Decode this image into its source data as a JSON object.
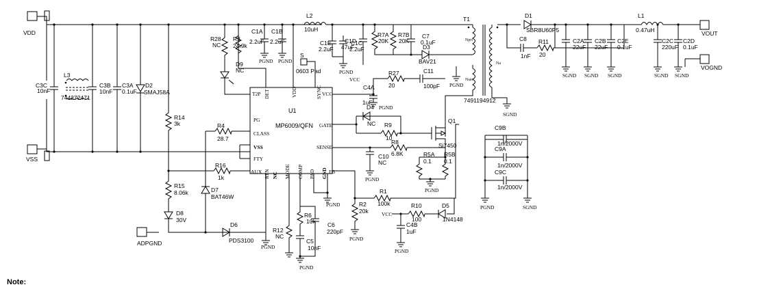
{
  "ports": {
    "vdd": "VDD",
    "vss": "VSS",
    "adpgnd": "ADPGND",
    "vout": "VOUT",
    "vognd": "VOGND",
    "pad": "0603 Pad",
    "pad_pin": "S"
  },
  "ic": {
    "ref": "U1",
    "part": "MP6009/QFN",
    "pins": {
      "t2p": "T2P",
      "det": "DET",
      "vdd": "VDD",
      "sync": "SYNC",
      "vcc": "VCC",
      "pg": "PG",
      "class": "CLASS",
      "vss": "VSS",
      "fty": "FTY",
      "gate": "GATE",
      "sense": "SENSE",
      "aux": "AUX",
      "rtn": "RTN",
      "nc": "NC",
      "mode": "MODE",
      "comp": "COMP",
      "pad": "PAD",
      "gnd": "GND",
      "fb": "FB"
    }
  },
  "components": {
    "l3": {
      "ref": "L3",
      "value": "744272471"
    },
    "c3c": {
      "ref": "C3C",
      "value": "10nF"
    },
    "c3b": {
      "ref": "C3B",
      "value": "10nF"
    },
    "c3a": {
      "ref": "C3A",
      "value": "0.1uF"
    },
    "d2": {
      "ref": "D2",
      "value": "SMAJ58A"
    },
    "r14": {
      "ref": "R14",
      "value": "3k"
    },
    "r15": {
      "ref": "R15",
      "value": "8.06k"
    },
    "d8": {
      "ref": "D8",
      "value": "30V"
    },
    "d7": {
      "ref": "D7",
      "value": "BAT46W"
    },
    "d6": {
      "ref": "D6",
      "value": "PDS3100"
    },
    "r28": {
      "ref": "R28",
      "value": "NC"
    },
    "r3": {
      "ref": "R3",
      "value": "24.9k"
    },
    "d9": {
      "ref": "D9",
      "value": "NC"
    },
    "c1a": {
      "ref": "C1A",
      "value": "2.2uF"
    },
    "c1b": {
      "ref": "C1B",
      "value": "2.2uF"
    },
    "l2": {
      "ref": "L2",
      "value": "10uH"
    },
    "c1e": {
      "ref": "C1E",
      "value": "2.2uF"
    },
    "c1d": {
      "ref": "C1D",
      "value": "47uF"
    },
    "c1c": {
      "ref": "C1C",
      "value": "2.2uF"
    },
    "r7a": {
      "ref": "R7A",
      "value": "20K"
    },
    "r7b": {
      "ref": "R7B",
      "value": "20K"
    },
    "c7": {
      "ref": "C7",
      "value": "0.1uF"
    },
    "d3": {
      "ref": "D3",
      "value": "BAV21"
    },
    "r27": {
      "ref": "R27",
      "value": "20"
    },
    "c11": {
      "ref": "C11",
      "value": "100pF"
    },
    "c4a": {
      "ref": "C4A",
      "value": "1uF"
    },
    "d4": {
      "ref": "D4",
      "value": "NC"
    },
    "r9": {
      "ref": "R9",
      "value": "10"
    },
    "q1": {
      "ref": "Q1",
      "value": "Si7450"
    },
    "r8": {
      "ref": "R8",
      "value": "6.8K"
    },
    "c10": {
      "ref": "C10",
      "value": "NC"
    },
    "r5a": {
      "ref": "R5A",
      "value": "0.1"
    },
    "r5b": {
      "ref": "R5B",
      "value": "0.1"
    },
    "r4": {
      "ref": "R4",
      "value": "28.7"
    },
    "r16": {
      "ref": "R16",
      "value": "1k"
    },
    "r1": {
      "ref": "R1",
      "value": "100k"
    },
    "r2": {
      "ref": "R2",
      "value": "20k"
    },
    "r10": {
      "ref": "R10",
      "value": "100"
    },
    "d5": {
      "ref": "D5",
      "value": "1N4148"
    },
    "c4b": {
      "ref": "C4B",
      "value": "1uF"
    },
    "r12": {
      "ref": "R12",
      "value": "NC"
    },
    "r6": {
      "ref": "R6",
      "value": "10k"
    },
    "c6": {
      "ref": "C6",
      "value": "220pF"
    },
    "c5": {
      "ref": "C5",
      "value": "10nF"
    },
    "t1": {
      "ref": "T1",
      "value": "7491194912",
      "npri": "Npri",
      "na": "Na",
      "nsec": "Nsec"
    },
    "d1": {
      "ref": "D1",
      "value": "SBR8U60P5"
    },
    "c8": {
      "ref": "C8",
      "value": "1nF"
    },
    "r11": {
      "ref": "R11",
      "value": "20"
    },
    "c2a": {
      "ref": "C2A",
      "value": "22uF"
    },
    "c2b": {
      "ref": "C2B",
      "value": "22uF"
    },
    "c2e": {
      "ref": "C2E",
      "value": "0.1uF"
    },
    "l1": {
      "ref": "L1",
      "value": "0.47uH"
    },
    "c2c": {
      "ref": "C2C",
      "value": "220uF"
    },
    "c2d": {
      "ref": "C2D",
      "value": "0.1uF"
    },
    "c9b": {
      "ref": "C9B",
      "value": "1n/2000V"
    },
    "c9a": {
      "ref": "C9A",
      "value": "1n/2000V"
    },
    "c9c": {
      "ref": "C9C",
      "value": "1n/2000V"
    }
  },
  "nets": {
    "pgnd": "PGND",
    "sgnd": "SGND",
    "vcc": "VCC"
  },
  "note": "Note:"
}
